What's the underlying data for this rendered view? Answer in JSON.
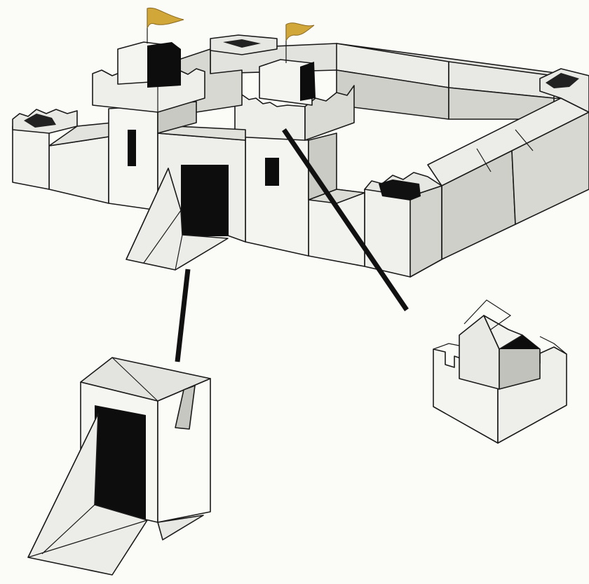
{
  "diagram": {
    "subject": "cardboard-castle-model",
    "components": [
      {
        "id": "castle-overview",
        "label": ""
      },
      {
        "id": "gatehouse-detail",
        "label": ""
      },
      {
        "id": "corner-tower-detail",
        "label": ""
      }
    ],
    "colors": {
      "background": "#fbfbf7",
      "wall_light": "#eeeeea",
      "wall_mid": "#d9d9d4",
      "wall_shade": "#c6c6c1",
      "opening": "#0d0d0d",
      "flag": "#d2a73a",
      "outline": "#1a1a1a"
    }
  }
}
